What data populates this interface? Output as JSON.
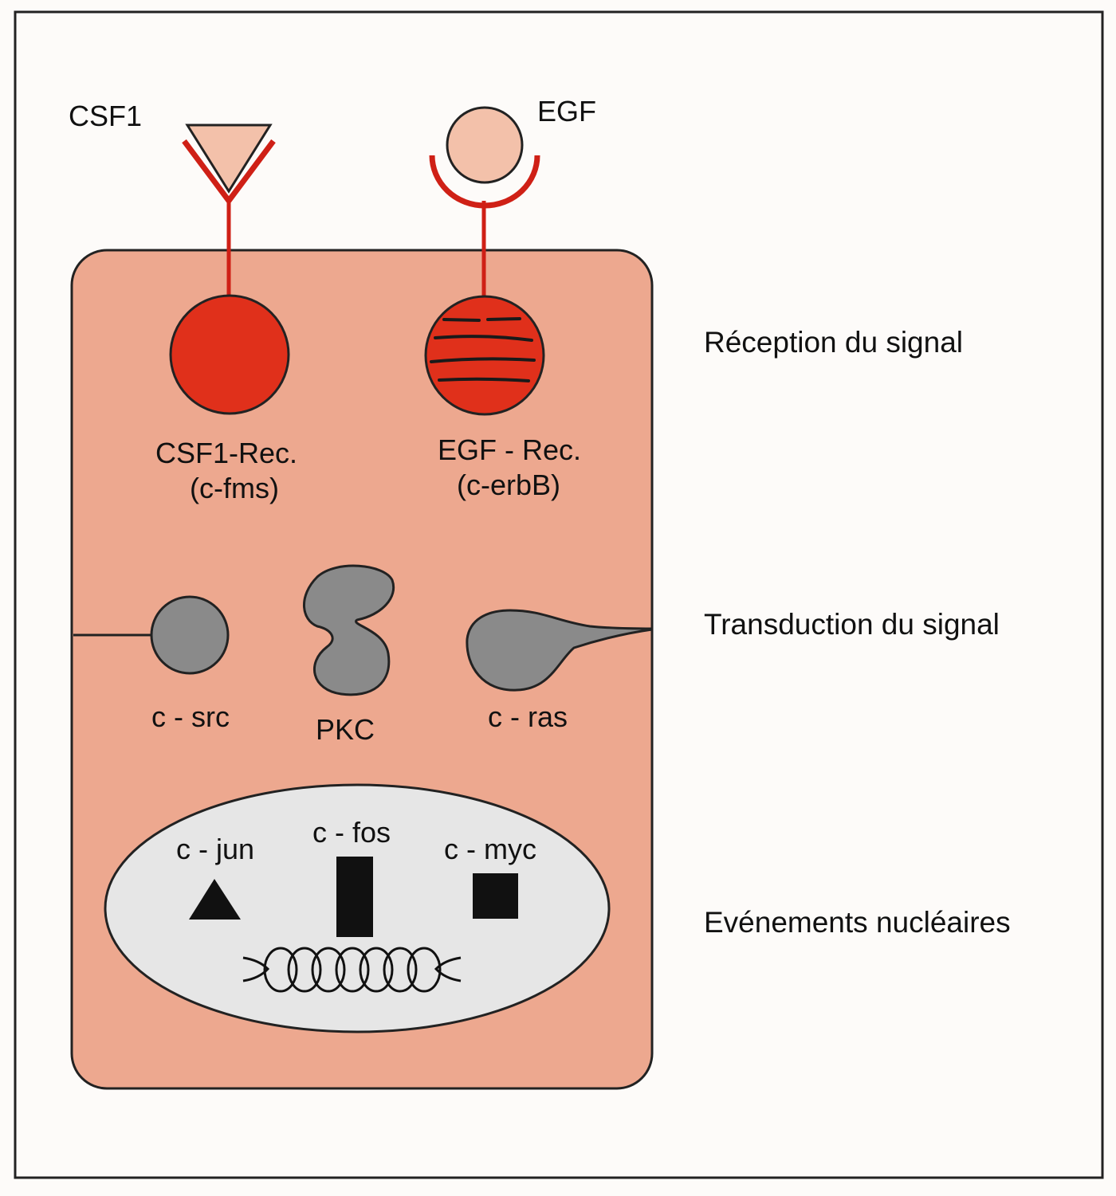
{
  "colors": {
    "page": "#fdfbf9",
    "cell_fill": "#eda88f",
    "receptor_red": "#e0301b",
    "line_red": "#cf2016",
    "ligand_fill": "#f3c1aa",
    "protein_grey": "#8a8a8a",
    "nucleus_fill": "#e6e6e6",
    "ink": "#111111"
  },
  "ligands": {
    "csf1": "CSF1",
    "egf": "EGF"
  },
  "receptors": {
    "csf1_rec": {
      "line1": "CSF1-Rec.",
      "line2": "(c-fms)"
    },
    "egf_rec": {
      "line1": "EGF - Rec.",
      "line2": "(c-erbB)"
    }
  },
  "transducers": {
    "src": "c - src",
    "pkc": "PKC",
    "ras": "c - ras"
  },
  "nuclear": {
    "jun": "c - jun",
    "fos": "c - fos",
    "myc": "c - myc"
  },
  "stages": {
    "reception": "Réception du signal",
    "transduction": "Transduction du signal",
    "nuclear_events": "Evénements nucléaires"
  },
  "icons": [
    "triangle-ligand-icon",
    "circle-ligand-icon",
    "dna-helix-icon"
  ]
}
